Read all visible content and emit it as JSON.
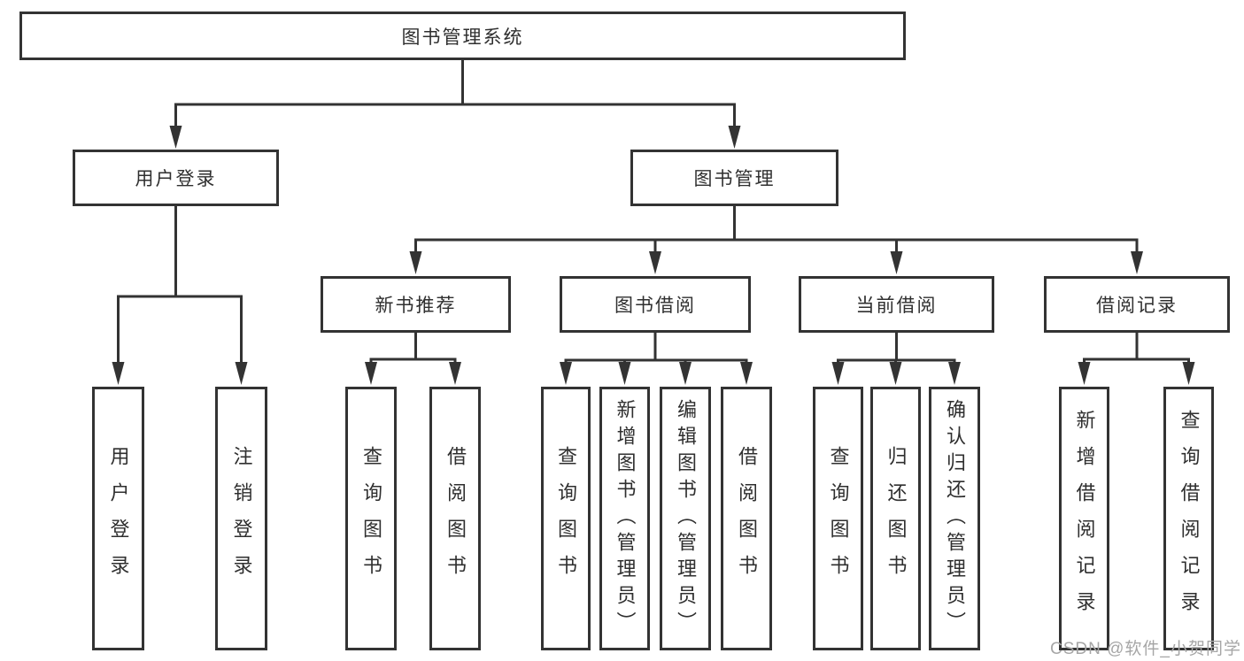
{
  "diagram": {
    "root": {
      "label": "图书管理系统"
    },
    "level2": [
      {
        "id": "user-login",
        "label": "用户登录"
      },
      {
        "id": "book-management",
        "label": "图书管理"
      }
    ],
    "level3": [
      {
        "id": "new-book-recommend",
        "label": "新书推荐"
      },
      {
        "id": "book-borrowing",
        "label": "图书借阅"
      },
      {
        "id": "current-borrowing",
        "label": "当前借阅"
      },
      {
        "id": "borrowing-records",
        "label": "借阅记录"
      }
    ],
    "leaves": {
      "user_login": [
        {
          "label": "用户登录"
        },
        {
          "label": "注销登录"
        }
      ],
      "new_book_recommend": [
        {
          "label": "查询图书"
        },
        {
          "label": "借阅图书"
        }
      ],
      "book_borrowing": [
        {
          "label": "查询图书"
        },
        {
          "label": "新增图书（管理员）"
        },
        {
          "label": "编辑图书（管理员）"
        },
        {
          "label": "借阅图书"
        }
      ],
      "current_borrowing": [
        {
          "label": "查询图书"
        },
        {
          "label": "归还图书"
        },
        {
          "label": "确认归还（管理员）"
        }
      ],
      "borrowing_records": [
        {
          "label": "新增借阅记录"
        },
        {
          "label": "查询借阅记录"
        }
      ]
    }
  },
  "watermark": {
    "text": "CSDN @软件_小贺同学"
  },
  "colors": {
    "line": "#333333",
    "text": "#2f2f2f",
    "background": "#ffffff",
    "watermark": "#a6a6a6"
  }
}
